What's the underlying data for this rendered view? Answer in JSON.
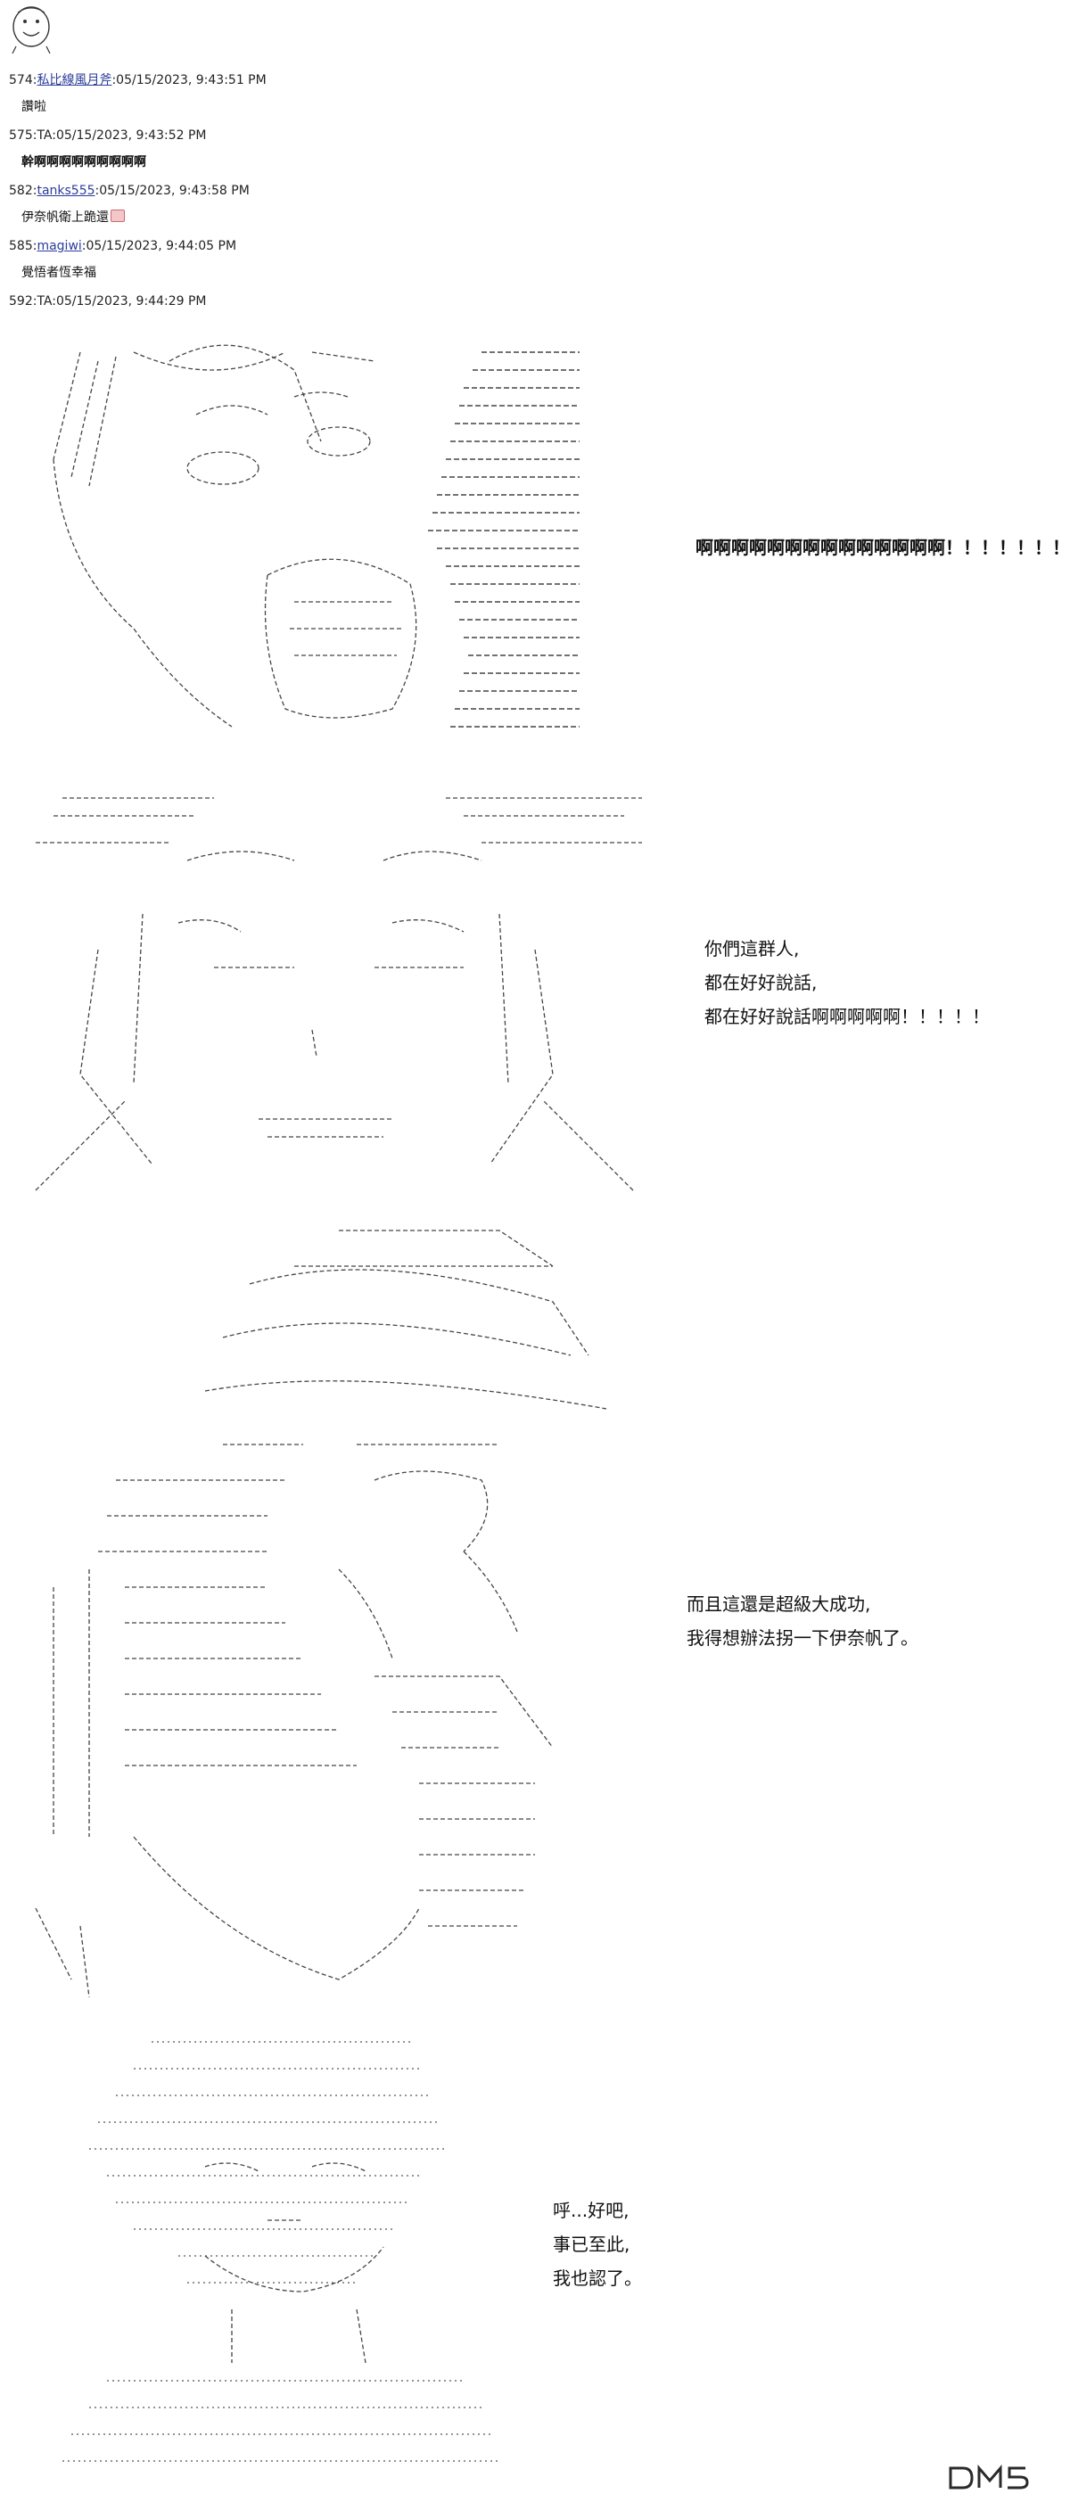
{
  "thread": {
    "posts": [
      {
        "number": "574",
        "author": "私比線風月斧",
        "author_is_link": true,
        "timestamp": "05/15/2023, 9:43:51 PM",
        "body": "讚啦",
        "bold": false
      },
      {
        "number": "575",
        "author": "TA",
        "author_is_link": false,
        "timestamp": "05/15/2023, 9:43:52 PM",
        "body": "幹啊啊啊啊啊啊啊啊啊",
        "bold": true
      },
      {
        "number": "582",
        "author": "tanks555",
        "author_is_link": true,
        "timestamp": "05/15/2023, 9:43:58 PM",
        "body": "伊奈帆衛上跪還",
        "bold": false,
        "emoji": true
      },
      {
        "number": "585",
        "author": "magiwi",
        "author_is_link": true,
        "timestamp": "05/15/2023, 9:44:05 PM",
        "body": "覺悟者恆幸福",
        "bold": false
      },
      {
        "number": "592",
        "author": "TA",
        "author_is_link": false,
        "timestamp": "05/15/2023, 9:44:29 PM",
        "body": "",
        "bold": false
      }
    ]
  },
  "panels": [
    {
      "lines": [
        "啊啊啊啊啊啊啊啊啊啊啊啊啊啊！！！！！！！"
      ],
      "bold": true
    },
    {
      "lines": [
        "你們這群人,",
        "都在好好說話,",
        "都在好好說話啊啊啊啊啊！！！！！"
      ],
      "bold": false
    },
    {
      "lines": [
        "而且這還是超級大成功,",
        "我得想辦法拐一下伊奈帆了。"
      ],
      "bold": false
    },
    {
      "lines": [
        "呼...好吧,",
        "事已至此,",
        "我也認了。"
      ],
      "bold": false
    }
  ],
  "icons": {
    "avatar": "smiling-face-icon",
    "watermark": "dm5-logo"
  },
  "colors": {
    "link": "#2a3d9a",
    "text": "#111111",
    "art_stroke": "#333333"
  }
}
